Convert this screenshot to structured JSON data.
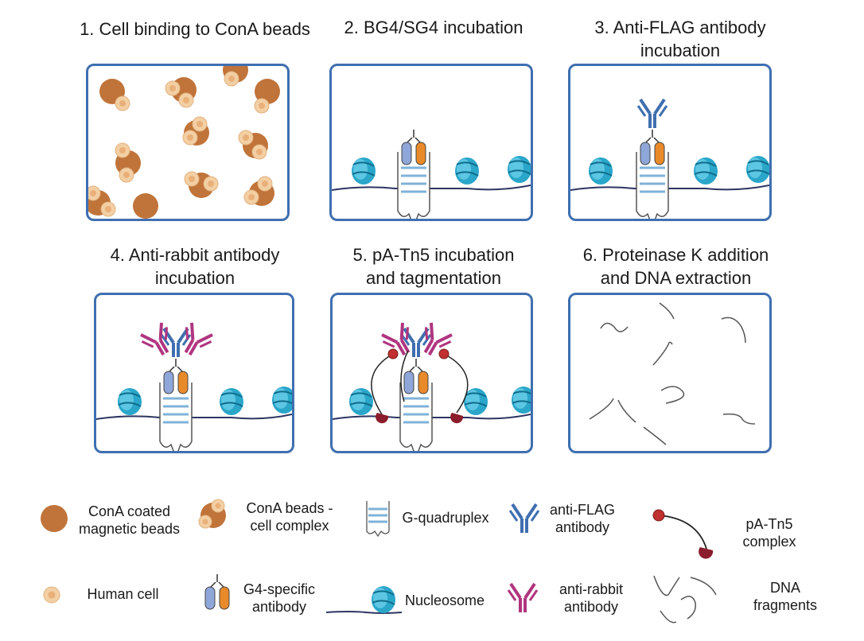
{
  "steps": [
    {
      "title": "1.  Cell binding to ConA beads"
    },
    {
      "title": "2. BG4/SG4 incubation"
    },
    {
      "title": "3. Anti-FLAG antibody incubation"
    },
    {
      "title": "4. Anti-rabbit antibody incubation"
    },
    {
      "title": "5. pA-Tn5 incubation and tagmentation"
    },
    {
      "title": "6. Proteinase K addition and DNA extraction"
    }
  ],
  "legend": {
    "cona_beads": "ConA coated magnetic beads",
    "bead_cell_complex": "ConA beads - cell complex",
    "g_quadruplex": "G-quadruplex",
    "anti_flag": "anti-FLAG antibody",
    "patn5": "pA-Tn5 complex",
    "human_cell": "Human cell",
    "g4_antibody": "G4-specific antibody",
    "nucleosome": "Nucleosome",
    "anti_rabbit": "anti-rabbit antibody",
    "dna_fragments": "DNA fragments"
  },
  "colors": {
    "panel_border": "#3f6fb0",
    "bead": "#c0743a",
    "cell": "#f3cfa4",
    "nucleosome": "#2aa6c9",
    "anti_flag": "#3f6fb0",
    "anti_rabbit": "#b0357f",
    "g4_blue": "#8fa6d9",
    "g4_orange": "#e98a2a",
    "patn5": "#c0312f"
  }
}
